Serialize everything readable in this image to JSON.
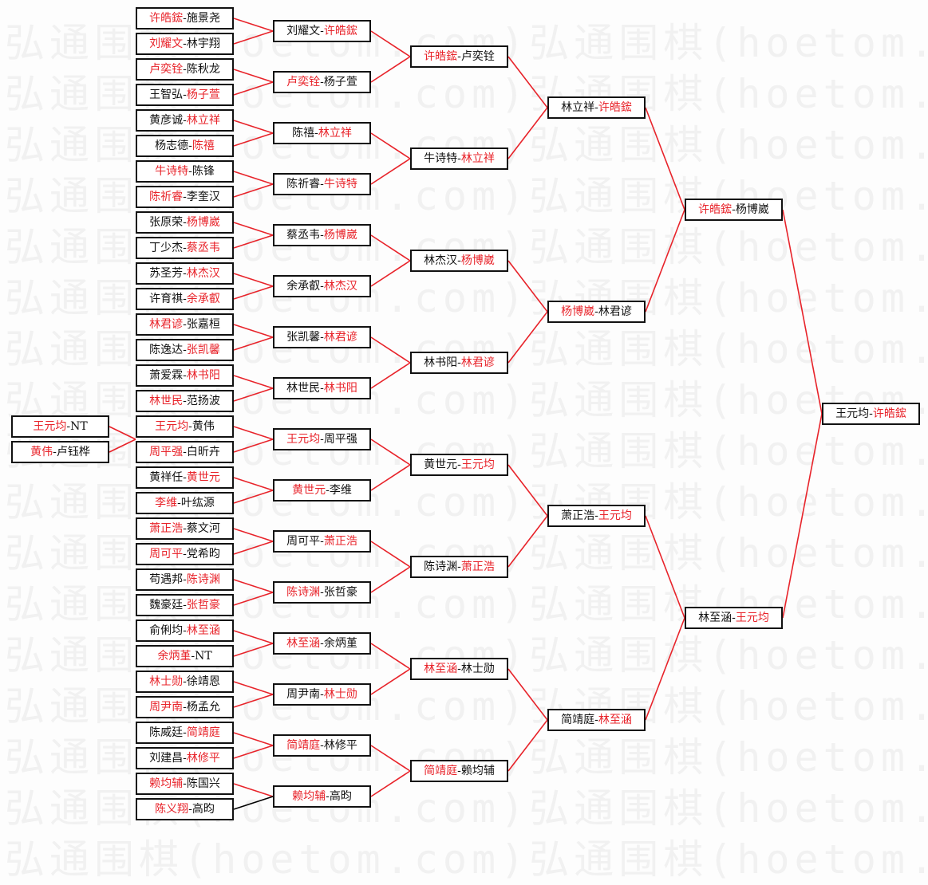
{
  "watermark": {
    "text": "弘通围棋(hoetom.com)弘通围棋(hoetom.com)"
  },
  "colors": {
    "winner": "#e8232a",
    "line_decided": "#e8232a",
    "line_undecided": "#000000",
    "border": "#111111"
  },
  "separator": "-",
  "bracket": {
    "prelim": [
      {
        "slot": 16,
        "p1": "王元均",
        "p2": "NT",
        "winner": 1
      },
      {
        "slot": 17,
        "p1": "黄伟",
        "p2": "卢钰桦",
        "winner": 1
      }
    ],
    "round1": [
      {
        "p1": "许皓鋐",
        "p2": "施景尧",
        "winner": 1
      },
      {
        "p1": "刘耀文",
        "p2": "林宇翔",
        "winner": 1
      },
      {
        "p1": "卢奕铨",
        "p2": "陈秋龙",
        "winner": 1
      },
      {
        "p1": "王智弘",
        "p2": "杨子萱",
        "winner": 2
      },
      {
        "p1": "黄彦诚",
        "p2": "林立祥",
        "winner": 2
      },
      {
        "p1": "杨志德",
        "p2": "陈禧",
        "winner": 2
      },
      {
        "p1": "牛诗特",
        "p2": "陈锋",
        "winner": 1
      },
      {
        "p1": "陈祈睿",
        "p2": "李奎汉",
        "winner": 1
      },
      {
        "p1": "张原荣",
        "p2": "杨博崴",
        "winner": 2
      },
      {
        "p1": "丁少杰",
        "p2": "蔡丞韦",
        "winner": 2
      },
      {
        "p1": "苏圣芳",
        "p2": "林杰汉",
        "winner": 2
      },
      {
        "p1": "许育祺",
        "p2": "余承叡",
        "winner": 2
      },
      {
        "p1": "林君谚",
        "p2": "张嘉桓",
        "winner": 1
      },
      {
        "p1": "陈逸达",
        "p2": "张凯馨",
        "winner": 2
      },
      {
        "p1": "萧爱霖",
        "p2": "林书阳",
        "winner": 2
      },
      {
        "p1": "林世民",
        "p2": "范扬波",
        "winner": 1
      },
      {
        "p1": "王元均",
        "p2": "黄伟",
        "winner": 1
      },
      {
        "p1": "周平强",
        "p2": "白昕卉",
        "winner": 1
      },
      {
        "p1": "黄祥任",
        "p2": "黄世元",
        "winner": 2
      },
      {
        "p1": "李维",
        "p2": "叶纮源",
        "winner": 1
      },
      {
        "p1": "萧正浩",
        "p2": "蔡文河",
        "winner": 1
      },
      {
        "p1": "周可平",
        "p2": "党希昀",
        "winner": 1
      },
      {
        "p1": "苟遇邦",
        "p2": "陈诗渊",
        "winner": 2
      },
      {
        "p1": "魏豪廷",
        "p2": "张哲豪",
        "winner": 2
      },
      {
        "p1": "俞俐均",
        "p2": "林至涵",
        "winner": 2
      },
      {
        "p1": "余炳堇",
        "p2": "NT",
        "winner": 1
      },
      {
        "p1": "林士勋",
        "p2": "徐靖恩",
        "winner": 1
      },
      {
        "p1": "周尹南",
        "p2": "杨孟允",
        "winner": 1
      },
      {
        "p1": "陈威廷",
        "p2": "简靖庭",
        "winner": 2
      },
      {
        "p1": "刘建昌",
        "p2": "林修平",
        "winner": 2
      },
      {
        "p1": "赖均辅",
        "p2": "陈国兴",
        "winner": 1
      },
      {
        "p1": "陈义翔",
        "p2": "高昀",
        "winner": 1
      }
    ],
    "round2": [
      {
        "p1": "刘耀文",
        "p2": "许皓鋐",
        "winner": 2
      },
      {
        "p1": "卢奕铨",
        "p2": "杨子萱",
        "winner": 1
      },
      {
        "p1": "陈禧",
        "p2": "林立祥",
        "winner": 2
      },
      {
        "p1": "陈祈睿",
        "p2": "牛诗特",
        "winner": 2
      },
      {
        "p1": "蔡丞韦",
        "p2": "杨博崴",
        "winner": 2
      },
      {
        "p1": "余承叡",
        "p2": "林杰汉",
        "winner": 2
      },
      {
        "p1": "张凯馨",
        "p2": "林君谚",
        "winner": 2
      },
      {
        "p1": "林世民",
        "p2": "林书阳",
        "winner": 2
      },
      {
        "p1": "王元均",
        "p2": "周平强",
        "winner": 1
      },
      {
        "p1": "黄世元",
        "p2": "李维",
        "winner": 1
      },
      {
        "p1": "周可平",
        "p2": "萧正浩",
        "winner": 2
      },
      {
        "p1": "陈诗渊",
        "p2": "张哲豪",
        "winner": 1
      },
      {
        "p1": "林至涵",
        "p2": "余炳堇",
        "winner": 1
      },
      {
        "p1": "周尹南",
        "p2": "林士勋",
        "winner": 2
      },
      {
        "p1": "简靖庭",
        "p2": "林修平",
        "winner": 1
      },
      {
        "p1": "赖均辅",
        "p2": "高昀",
        "winner": 1
      }
    ],
    "round3": [
      {
        "p1": "许皓鋐",
        "p2": "卢奕铨",
        "winner": 1
      },
      {
        "p1": "牛诗特",
        "p2": "林立祥",
        "winner": 2
      },
      {
        "p1": "林杰汉",
        "p2": "杨博崴",
        "winner": 2
      },
      {
        "p1": "林书阳",
        "p2": "林君谚",
        "winner": 2
      },
      {
        "p1": "黄世元",
        "p2": "王元均",
        "winner": 2
      },
      {
        "p1": "陈诗渊",
        "p2": "萧正浩",
        "winner": 2
      },
      {
        "p1": "林至涵",
        "p2": "林士勋",
        "winner": 1
      },
      {
        "p1": "简靖庭",
        "p2": "赖均辅",
        "winner": 1
      }
    ],
    "round4": [
      {
        "p1": "林立祥",
        "p2": "许皓鋐",
        "winner": 2
      },
      {
        "p1": "杨博崴",
        "p2": "林君谚",
        "winner": 1
      },
      {
        "p1": "萧正浩",
        "p2": "王元均",
        "winner": 2
      },
      {
        "p1": "简靖庭",
        "p2": "林至涵",
        "winner": 2
      }
    ],
    "round5": [
      {
        "p1": "许皓鋐",
        "p2": "杨博崴",
        "winner": 1
      },
      {
        "p1": "林至涵",
        "p2": "王元均",
        "winner": 2
      }
    ],
    "final": [
      {
        "p1": "王元均",
        "p2": "许皓鋐",
        "winner": 2
      }
    ],
    "undecided_links": [
      {
        "round": 1,
        "index": 31
      }
    ]
  }
}
